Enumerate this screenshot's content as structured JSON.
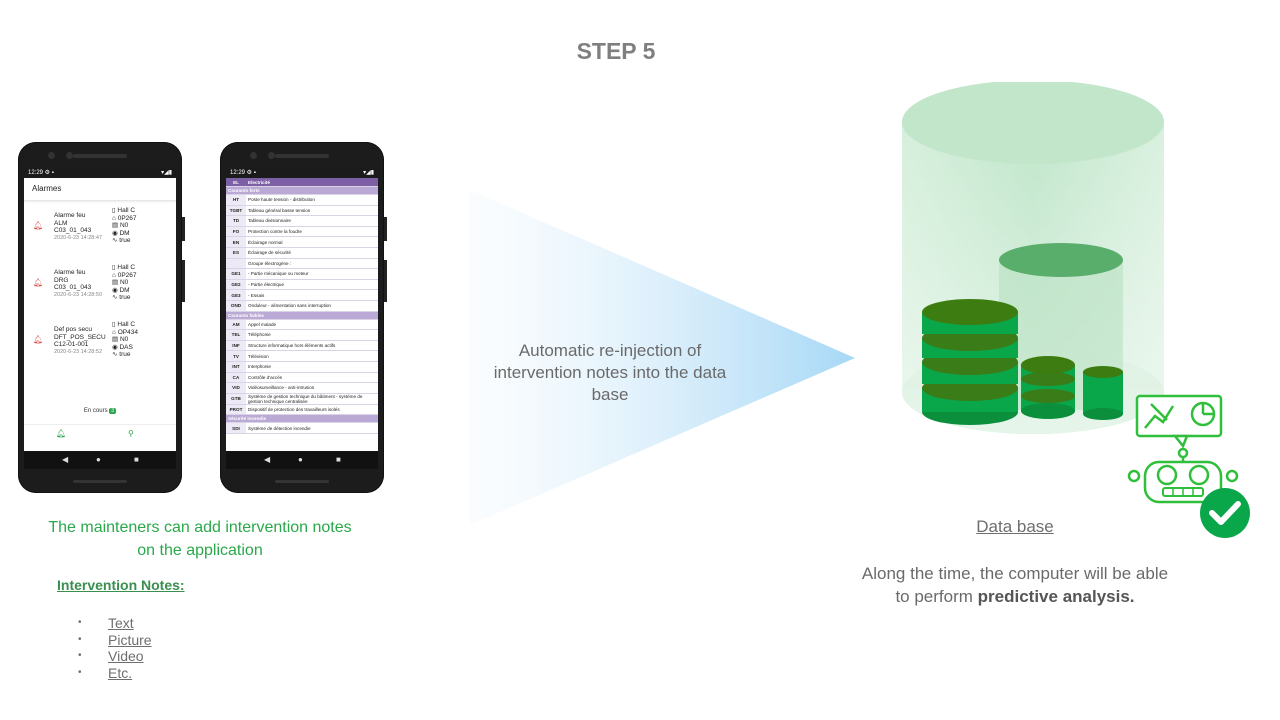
{
  "step_title": "STEP 5",
  "phone1": {
    "time": "12:29",
    "header": "Alarmes",
    "alarms": [
      {
        "l1": "Alarme feu",
        "l2": "ALM",
        "l3": "C03_01_043",
        "date": "2020-6-23 14:28:47",
        "r1": "Hall C",
        "r2": "0P267",
        "r3": "N0",
        "r4": "DM",
        "r5": "true"
      },
      {
        "l1": "Alarme feu",
        "l2": "DRG",
        "l3": "C03_01_043",
        "date": "2020-6-23 14:28:50",
        "r1": "Hall C",
        "r2": "0P267",
        "r3": "N0",
        "r4": "DM",
        "r5": "true"
      },
      {
        "l1": "Def pos secu",
        "l2": "DFT_POS_SECU",
        "l3": "C12-01-001",
        "date": "2020-6-23 14:28:52",
        "r1": "Hall C",
        "r2": "OP434",
        "r3": "N0",
        "r4": "DAS",
        "r5": "true"
      }
    ],
    "en_cours": "En cours",
    "en_cours_count": "3"
  },
  "phone2": {
    "time": "12:29",
    "rows": [
      {
        "type": "hdr",
        "code": "EL",
        "label": "Electricité"
      },
      {
        "type": "sec",
        "code": "",
        "label": "Courants forts"
      },
      {
        "type": "row",
        "code": "HT",
        "label": "Poste haute tension - distribution"
      },
      {
        "type": "row",
        "code": "TGBT",
        "label": "Tableau général basse tension"
      },
      {
        "type": "row",
        "code": "TD",
        "label": "Tableau divisionnaire"
      },
      {
        "type": "row",
        "code": "FO",
        "label": "Protection contre la foudre"
      },
      {
        "type": "row",
        "code": "EN",
        "label": "Éclairage normal"
      },
      {
        "type": "row",
        "code": "ES",
        "label": "Éclairage de sécurité"
      },
      {
        "type": "row",
        "code": "",
        "label": "Groupe électrogène :"
      },
      {
        "type": "row",
        "code": "GE1",
        "label": "- Partie mécanique ou moteur"
      },
      {
        "type": "row",
        "code": "GE2",
        "label": "- Partie électrique"
      },
      {
        "type": "row",
        "code": "GE3",
        "label": "- Essais"
      },
      {
        "type": "row",
        "code": "OND",
        "label": "Onduleur - alimentation sans interruption"
      },
      {
        "type": "sec",
        "code": "",
        "label": "Courants faibles"
      },
      {
        "type": "row",
        "code": "AM",
        "label": "Appel malade"
      },
      {
        "type": "row",
        "code": "TEL",
        "label": "Téléphonie"
      },
      {
        "type": "row",
        "code": "INF",
        "label": "Structure informatique hors éléments actifs"
      },
      {
        "type": "row",
        "code": "TV",
        "label": "Télévision"
      },
      {
        "type": "row",
        "code": "INT",
        "label": "Interphonie"
      },
      {
        "type": "row",
        "code": "CA",
        "label": "Contrôle d'accès"
      },
      {
        "type": "row",
        "code": "VID",
        "label": "Vidéosurveillance - anti-intrusion"
      },
      {
        "type": "row",
        "code": "GTB",
        "label": "Système de gestion technique du bâtiment - système de gestion technique centralisée"
      },
      {
        "type": "row",
        "code": "PROT",
        "label": "Dispositif de protection des travailleurs isolés"
      },
      {
        "type": "sec",
        "code": "",
        "label": "Sécurité incendie"
      },
      {
        "type": "row",
        "code": "SDI",
        "label": "Système de détection incendie"
      }
    ]
  },
  "phones_caption_line1": "The mainteners can add intervention notes",
  "phones_caption_line2": "on the application",
  "notes_title": "Intervention Notes:",
  "notes_items": [
    "Text",
    "Picture",
    "Video",
    "Etc."
  ],
  "arrow_text": "Automatic re-injection of intervention notes into the data base",
  "db_label": "Data base",
  "db_caption_line1": "Along the time, the computer will be able",
  "db_caption_line2_prefix": "to perform ",
  "db_caption_line2_bold": "predictive analysis.",
  "colors": {
    "green_text": "#2aa84a",
    "db_green": "#0aa64a",
    "purple_header": "#7d5fa6"
  },
  "icons": [
    "bell-icon",
    "building-icon",
    "check-badge-icon",
    "robot-icon",
    "chart-icon"
  ]
}
